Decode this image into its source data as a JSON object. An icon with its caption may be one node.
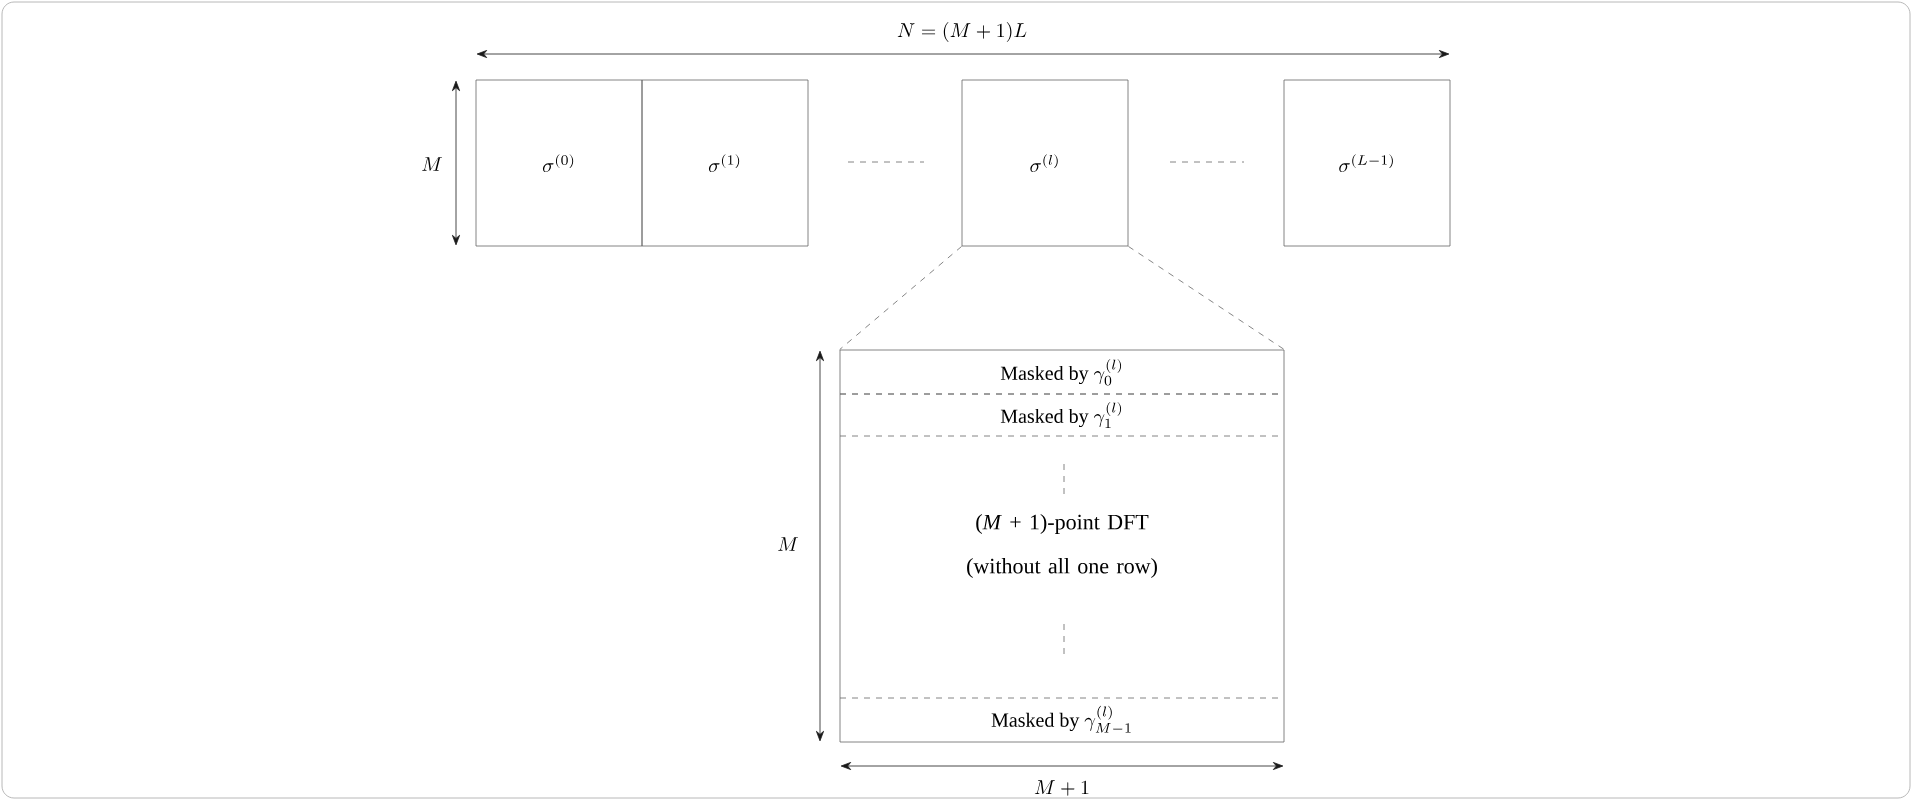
{
  "diagram": {
    "nodes": [
      {
        "text": [
          "\\sigma^{(0)}"
        ]
      },
      {
        "text": [
          "\\sigma^{(1)}"
        ]
      },
      {
        "text": [
          "\\sigma^{(l)}"
        ]
      },
      {
        "text": [
          "\\sigma^{(L-1)}"
        ]
      },
      {
        "text": [
          "(*M* + 1)-point DFT (without all one row)"
        ]
      },
      {
        "text": [
          "\\text{Masked by }\\gamma_0^{(l)}"
        ],
        "in": 4
      },
      {
        "text": [
          "\\text{Masked by }\\gamma_1^{(l)}"
        ],
        "in": 4
      },
      {
        "text": [
          "\\text{Masked by }\\gamma_{M-1}^{(l)}"
        ],
        "in": 4
      }
    ],
    "edges": [
      {
        "from": 2,
        "to": 4,
        "arrow": "none",
        "style": "dashed"
      },
      {
        "from": 2,
        "to": 4,
        "arrow": "none",
        "style": "dashed"
      }
    ],
    "labels": [
      "N = (M+1)L",
      "M",
      "M",
      "M+1"
    ]
  }
}
